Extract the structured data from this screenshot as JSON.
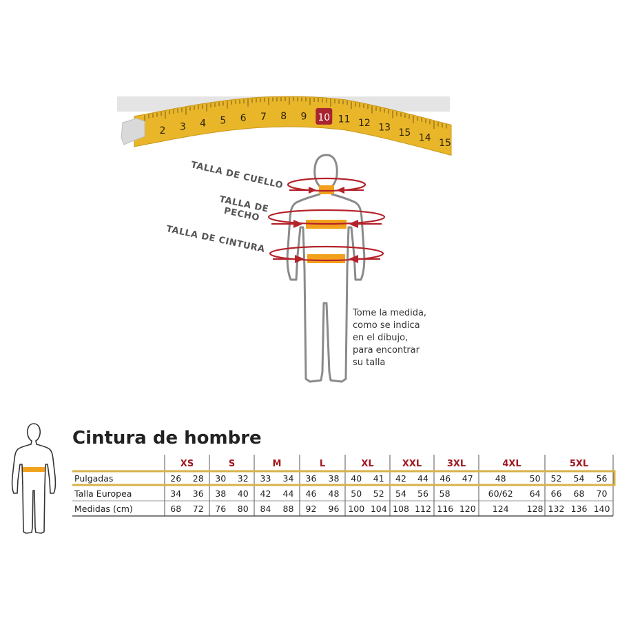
{
  "tape": {
    "numbers": [
      "2",
      "3",
      "4",
      "5",
      "6",
      "7",
      "8",
      "9",
      "10",
      "11",
      "12",
      "13",
      "15",
      "14",
      "15"
    ],
    "highlight": "10",
    "highlight_color": "#a8242f",
    "tape_color": "#e9b62a"
  },
  "figure": {
    "labels": {
      "neck": "TALLA DE CUELLO",
      "chest_line1": "TALLA DE",
      "chest_line2": "PECHO",
      "waist": "TALLA DE CINTURA"
    },
    "instruction": "Tome la medida, como se indica en el dibujo, para encontrar su talla",
    "band_color": "#f2a11d",
    "arrow_color": "#b5222a"
  },
  "table": {
    "title": "Cintura de hombre",
    "sizes": [
      "XS",
      "S",
      "M",
      "L",
      "XL",
      "XXL",
      "3XL",
      "4XL",
      "5XL"
    ],
    "rows": [
      {
        "label": "Pulgadas",
        "highlight": true,
        "groups": [
          [
            "26",
            "28"
          ],
          [
            "30",
            "32"
          ],
          [
            "33",
            "34"
          ],
          [
            "36",
            "38"
          ],
          [
            "40",
            "41"
          ],
          [
            "42",
            "44"
          ],
          [
            "46",
            "47"
          ],
          [
            "48",
            "50"
          ],
          [
            "52",
            "54",
            "56"
          ]
        ]
      },
      {
        "label": "Talla Europea",
        "highlight": false,
        "groups": [
          [
            "34",
            "36"
          ],
          [
            "38",
            "40"
          ],
          [
            "42",
            "44"
          ],
          [
            "46",
            "48"
          ],
          [
            "50",
            "52"
          ],
          [
            "54",
            "56"
          ],
          [
            "58",
            ""
          ],
          [
            "60/62",
            "64"
          ],
          [
            "66",
            "68",
            "70"
          ]
        ]
      },
      {
        "label": "Medidas (cm)",
        "highlight": false,
        "groups": [
          [
            "68",
            "72"
          ],
          [
            "76",
            "80"
          ],
          [
            "84",
            "88"
          ],
          [
            "92",
            "96"
          ],
          [
            "100",
            "104"
          ],
          [
            "108",
            "112"
          ],
          [
            "116",
            "120"
          ],
          [
            "124",
            "128"
          ],
          [
            "132",
            "136",
            "140"
          ]
        ]
      }
    ],
    "highlight_color": "#d8b24a",
    "header_color": "#a0171e"
  }
}
